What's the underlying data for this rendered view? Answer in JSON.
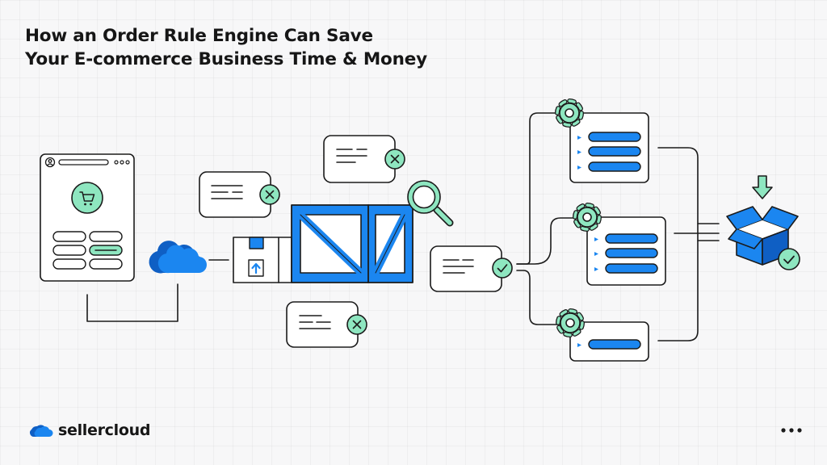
{
  "title": {
    "line1": "How an Order Rule Engine Can Save",
    "line2": "Your E-commerce Business Time & Money"
  },
  "brand": {
    "name": "sellercloud",
    "logo_icon": "cloud-logo-icon"
  },
  "colors": {
    "ink": "#1b1b1b",
    "blue": "#1b86f0",
    "blue_dark": "#0f5fc4",
    "mint": "#8ee6c0",
    "white": "#ffffff"
  },
  "icons": [
    "user-icon",
    "cart-icon",
    "cloud-icon",
    "close-icon",
    "magnifier-icon",
    "check-icon",
    "gear-icon",
    "download-arrow-icon",
    "open-box-icon",
    "more-dots-icon"
  ]
}
